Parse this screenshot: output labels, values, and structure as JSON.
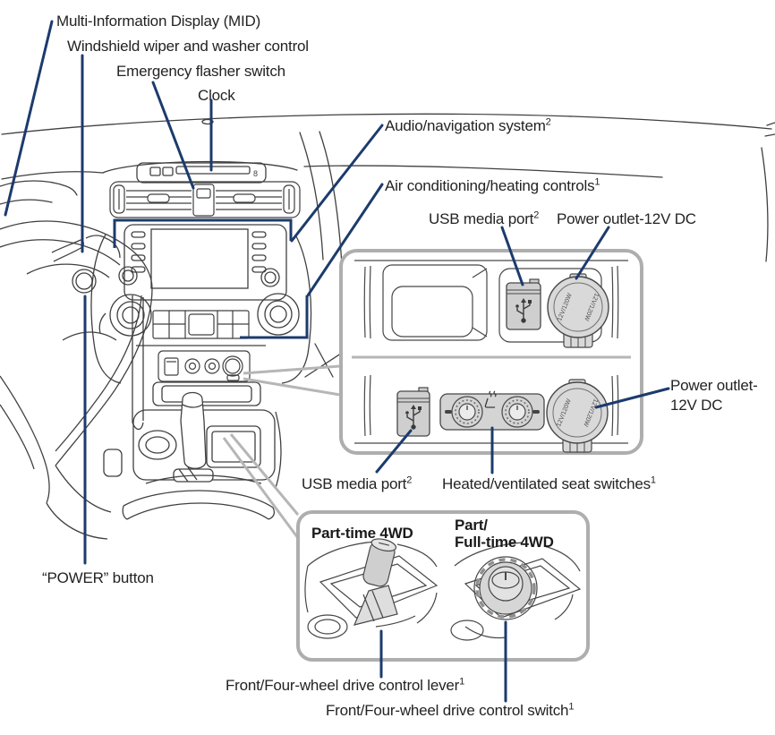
{
  "callouts": {
    "mid": {
      "label": "Multi-Information Display (MID)"
    },
    "wiper": {
      "label": "Windshield wiper and washer control"
    },
    "flasher": {
      "label": "Emergency flasher switch"
    },
    "clock": {
      "label": "Clock"
    },
    "audio": {
      "label": "Audio/navigation system",
      "sup": "2"
    },
    "ac": {
      "label": "Air conditioning/heating controls",
      "sup": "1"
    },
    "usb_top": {
      "label": "USB media port",
      "sup": "2"
    },
    "outlet_top": {
      "label": "Power outlet-12V DC"
    },
    "outlet_right": {
      "line1": "Power outlet-",
      "line2": "12V DC"
    },
    "usb_bottom": {
      "label": "USB media port",
      "sup": "2"
    },
    "seat": {
      "label": "Heated/ventilated seat switches",
      "sup": "1"
    },
    "power": {
      "label": "“POWER” button"
    },
    "lever": {
      "label": "Front/Four-wheel drive control lever",
      "sup": "1"
    },
    "switch": {
      "label": "Front/Four-wheel drive control switch",
      "sup": "1"
    }
  },
  "insets": {
    "fourwd": {
      "left_title": "Part-time 4WD",
      "right_title_line1": "Part/",
      "right_title_line2": "Full-time 4WD"
    }
  },
  "strings": {
    "outlet_cap": "12V/120W",
    "clock_display": "8"
  },
  "colors": {
    "leader": "#1c3b6d",
    "connector": "#b6b6b6",
    "inset_border": "#aeaeae",
    "art": "#404040",
    "text": "#232323"
  }
}
